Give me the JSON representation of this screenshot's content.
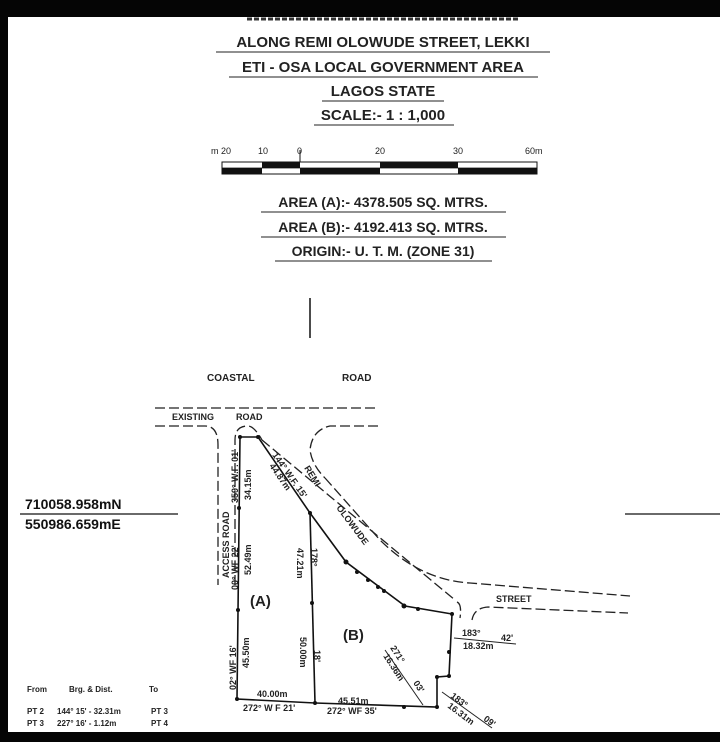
{
  "header": {
    "line1": "ALONG REMI OLOWUDE STREET, LEKKI",
    "line2": "ETI - OSA LOCAL GOVERNMENT AREA",
    "line3": "LAGOS STATE",
    "scale": "SCALE:- 1 : 1,000"
  },
  "scale_bar": {
    "labels": [
      "m 20",
      "10",
      "0",
      "20",
      "30",
      "60m"
    ]
  },
  "areas": {
    "area_a": "AREA (A):- 4378.505 SQ. MTRS.",
    "area_b": "AREA (B):- 4192.413 SQ. MTRS.",
    "origin": "ORIGIN:- U. T. M. (ZONE 31)"
  },
  "roads": {
    "coastal": "COASTAL",
    "road": "ROAD",
    "existing": "EXISTING",
    "existing_road": "ROAD",
    "access": "ACCESS ROAD",
    "remi": "REMI",
    "olowude": "OLOWUDE",
    "street": "STREET"
  },
  "origin_coords": {
    "northing": "710058.958mN",
    "easting": "550986.659mE"
  },
  "parcels": {
    "a": "(A)",
    "b": "(B)"
  },
  "bearings": {
    "left_upper": "359° W.F. 01'",
    "left_upper_dist": "34.15m",
    "left_mid": "00° WF 22'",
    "left_mid_dist": "52.49m",
    "left_low": "02° WF 16'",
    "left_low_dist": "45.50m",
    "diag": "144° W.F. 15'",
    "diag_dist": "44.87m",
    "mid_upper": "178°",
    "mid_upper_dist": "47.21m",
    "mid_low": "18'",
    "mid_low_dist": "50.00m",
    "bottom_a_dist": "40.00m",
    "bottom_a": "272° W F 21'",
    "bottom_b_dist": "45.51m",
    "bottom_b": "272° WF 35'",
    "right1": "183°",
    "right1_min": "42'",
    "right1_dist": "18.32m",
    "inner": "271°",
    "inner_dist": "16.36m",
    "inner_min": "03'",
    "right2": "183°",
    "right2_dist": "16.31m",
    "right2_min": "09'"
  },
  "table": {
    "headers": [
      "From",
      "Brg. & Dist.",
      "To"
    ],
    "rows": [
      [
        "PT 2",
        "144° 15' - 32.31m",
        "PT 3"
      ],
      [
        "PT 3",
        "227° 16' - 1.12m",
        "PT 4"
      ]
    ]
  }
}
